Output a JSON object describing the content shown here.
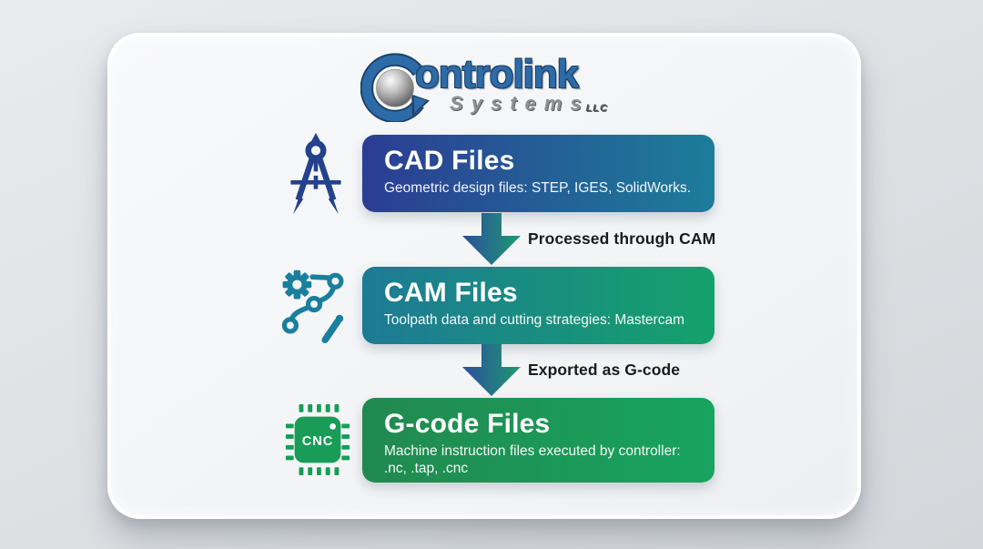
{
  "logo": {
    "brand_rest": "ontrolink",
    "sub_brand": "Systems",
    "sub_suffix": "LLC"
  },
  "steps": [
    {
      "title": "CAD Files",
      "subtitle": "Geometric design files: STEP, IGES, SolidWorks."
    },
    {
      "title": "CAM Files",
      "subtitle": "Toolpath data and cutting strategies: Mastercam"
    },
    {
      "title": "G-code Files",
      "subtitle": "Machine instruction files executed by controller:",
      "subtitle2": ".nc, .tap, .cnc"
    }
  ],
  "connectors": [
    {
      "label": "Processed through CAM"
    },
    {
      "label": "Exported as G-code"
    }
  ],
  "chip_label": "CNC",
  "icons": {
    "step_cad": "drafting-compass-icon",
    "step_cam": "gear-toolpath-icon",
    "step_gcode": "cnc-chip-icon",
    "logo": "c-arrows-sphere-icon"
  },
  "colors": {
    "cad_gradient_start": "#2b3d93",
    "cad_gradient_end": "#1d7d99",
    "cam_gradient_start": "#1e7a95",
    "cam_gradient_end": "#14a16b",
    "gcode_gradient_start": "#21894f",
    "gcode_gradient_end": "#17a45e",
    "arrow_gradient_start": "#2b4d9e",
    "arrow_gradient_end": "#1f9a70",
    "logo_blue": "#2d6ba7",
    "logo_gray": "#8f9295",
    "compass_icon": "#23418c",
    "gear_icon": "#1a7f9d",
    "chip_icon": "#189c58",
    "label_text": "#1b1b1d"
  }
}
